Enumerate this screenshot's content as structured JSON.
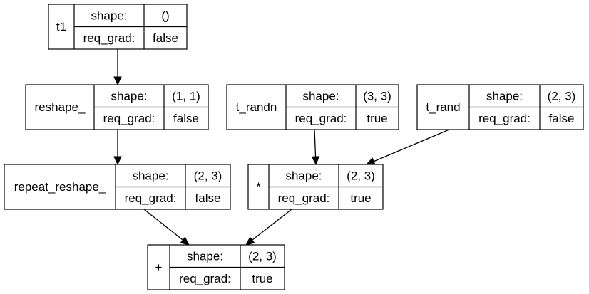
{
  "nodes": [
    {
      "id": "t1",
      "name": "t1",
      "shape_label": "shape:",
      "shape": "()",
      "req_grad_label": "req_grad:",
      "req_grad": "false"
    },
    {
      "id": "reshape",
      "name": "reshape_",
      "shape_label": "shape:",
      "shape": "(1, 1)",
      "req_grad_label": "req_grad:",
      "req_grad": "false"
    },
    {
      "id": "t_randn",
      "name": "t_randn",
      "shape_label": "shape:",
      "shape": "(3, 3)",
      "req_grad_label": "req_grad:",
      "req_grad": "true"
    },
    {
      "id": "t_rand",
      "name": "t_rand",
      "shape_label": "shape:",
      "shape": "(2, 3)",
      "req_grad_label": "req_grad:",
      "req_grad": "false"
    },
    {
      "id": "repeat_reshape",
      "name": "repeat_reshape_",
      "shape_label": "shape:",
      "shape": "(2, 3)",
      "req_grad_label": "req_grad:",
      "req_grad": "false"
    },
    {
      "id": "mul",
      "name": "*",
      "shape_label": "shape:",
      "shape": "(2, 3)",
      "req_grad_label": "req_grad:",
      "req_grad": "true"
    },
    {
      "id": "add",
      "name": "+",
      "shape_label": "shape:",
      "shape": "(2, 3)",
      "req_grad_label": "req_grad:",
      "req_grad": "true"
    }
  ],
  "edges": [
    {
      "from": "t1",
      "to": "reshape"
    },
    {
      "from": "reshape",
      "to": "repeat_reshape"
    },
    {
      "from": "t_randn",
      "to": "mul"
    },
    {
      "from": "t_rand",
      "to": "mul"
    },
    {
      "from": "repeat_reshape",
      "to": "add"
    },
    {
      "from": "mul",
      "to": "add"
    }
  ]
}
